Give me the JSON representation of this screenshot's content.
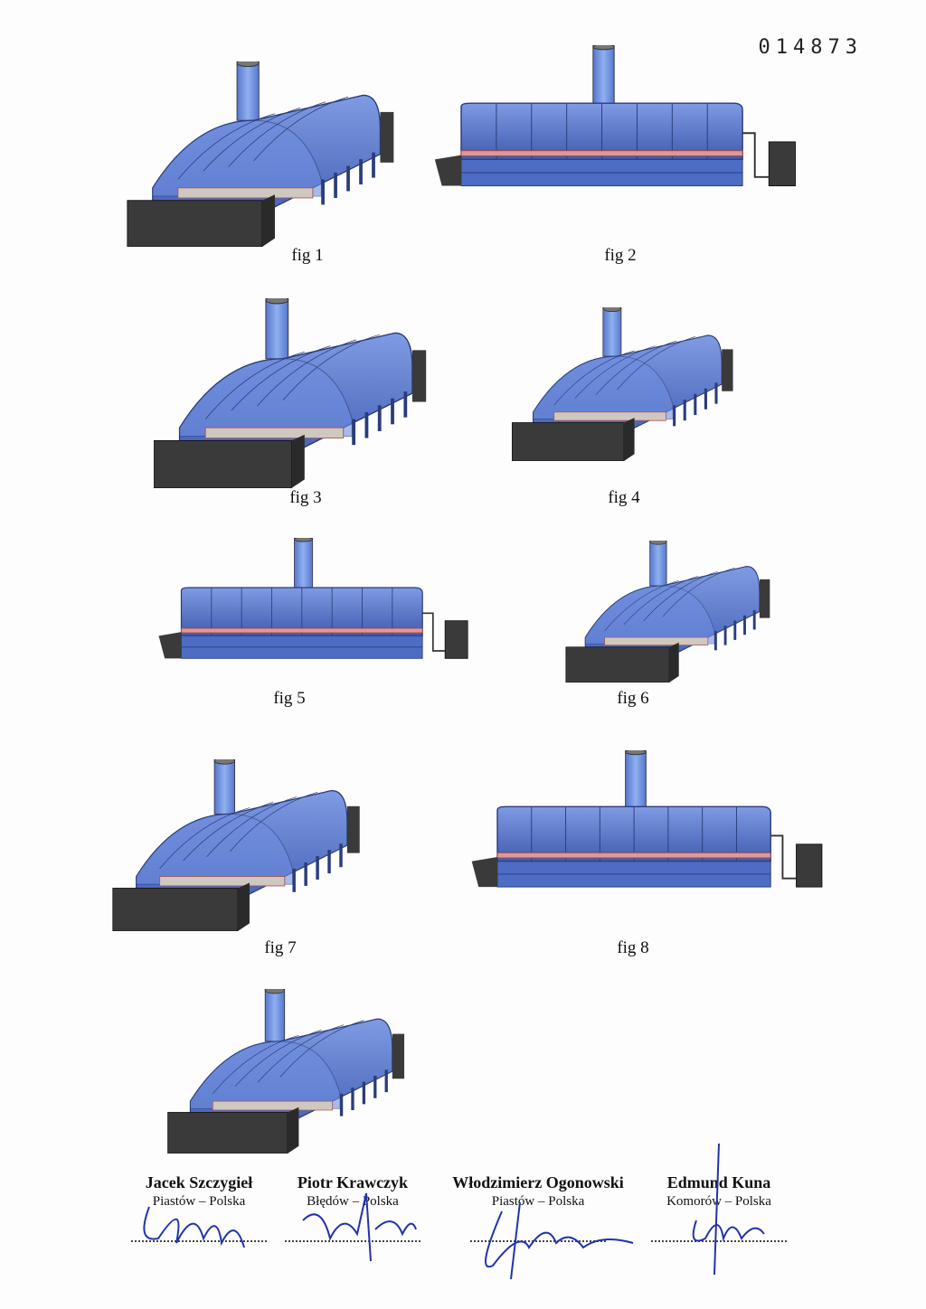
{
  "document_number": "014873",
  "figures": [
    {
      "id": "fig1",
      "caption": "fig 1"
    },
    {
      "id": "fig2",
      "caption": "fig 2"
    },
    {
      "id": "fig3",
      "caption": "fig 3"
    },
    {
      "id": "fig4",
      "caption": "fig 4"
    },
    {
      "id": "fig5",
      "caption": "fig 5"
    },
    {
      "id": "fig6",
      "caption": "fig 6"
    },
    {
      "id": "fig7",
      "caption": "fig 7"
    },
    {
      "id": "fig8",
      "caption": "fig 8"
    },
    {
      "id": "fig9",
      "caption": ""
    }
  ],
  "signatories": [
    {
      "name": "Jacek Szczygieł",
      "place": "Piastów – Polska"
    },
    {
      "name": "Piotr Krawczyk",
      "place": "Błędów – Polska"
    },
    {
      "name": "Włodzimierz Ogonowski",
      "place": "Piastów – Polska"
    },
    {
      "name": "Edmund Kuna",
      "place": "Komorów – Polska"
    }
  ],
  "colors": {
    "dome": "#5b7fd6",
    "dome_dark": "#3f5cb0",
    "base": "#3c3c3c",
    "stack": "#6f95e0"
  }
}
